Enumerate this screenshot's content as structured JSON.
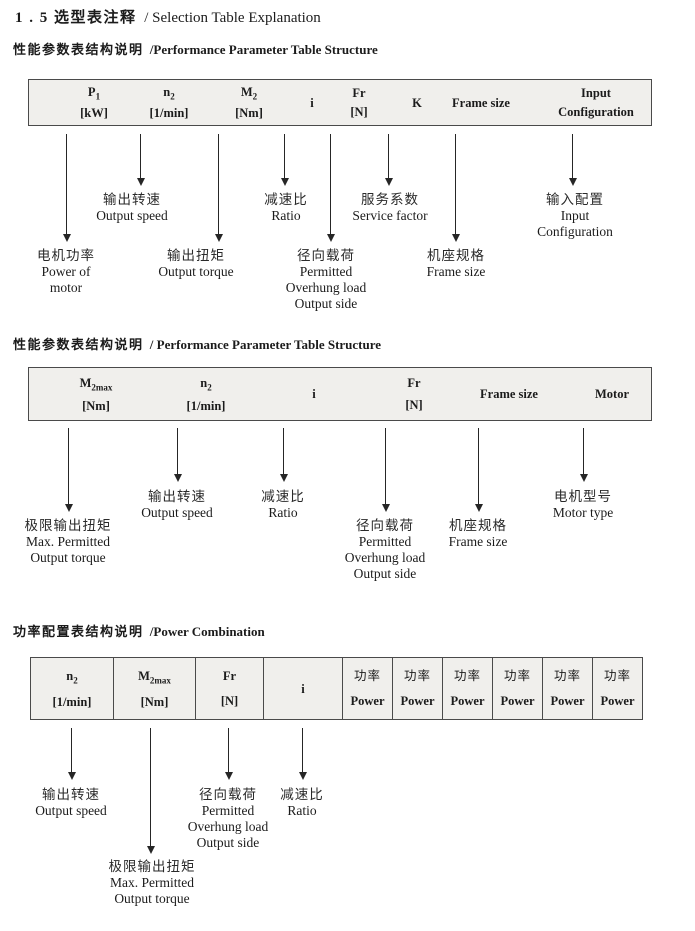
{
  "title": {
    "cn": "1 . 5 选型表注释",
    "en": "/ Selection Table Explanation"
  },
  "colors": {
    "table_bg": "#f0efec",
    "table_border": "#4a4a4a",
    "text": "#1b1b1b"
  },
  "sections": [
    {
      "heading": {
        "cn": "性能参数表结构说明",
        "en": "/Performance Parameter Table Structure"
      },
      "table": {
        "columns": [
          {
            "sym": "P",
            "sub": "1",
            "unit": "[kW]"
          },
          {
            "sym": "n",
            "sub": "2",
            "unit": "[1/min]"
          },
          {
            "sym": "M",
            "sub": "2",
            "unit": "[Nm]"
          },
          {
            "sym": "i"
          },
          {
            "sym": "Fr",
            "unit": "[N]"
          },
          {
            "sym": "K"
          },
          {
            "sym": "Frame size"
          },
          {
            "sym": "Input",
            "unit": "Configuration"
          }
        ]
      },
      "callouts": [
        {
          "lines": [
            "电机功率",
            "Power of",
            "motor"
          ]
        },
        {
          "lines": [
            "输出转速",
            "Output speed"
          ]
        },
        {
          "lines": [
            "输出扭矩",
            "Output torque"
          ]
        },
        {
          "lines": [
            "减速比",
            "Ratio"
          ]
        },
        {
          "lines": [
            "径向载荷",
            "Permitted",
            "Overhung load",
            "Output side"
          ]
        },
        {
          "lines": [
            "服务系数",
            "Service factor"
          ]
        },
        {
          "lines": [
            "机座规格",
            "Frame size"
          ]
        },
        {
          "lines": [
            "输入配置",
            "Input",
            "Configuration"
          ]
        }
      ]
    },
    {
      "heading": {
        "cn": "性能参数表结构说明",
        "en": "/ Performance Parameter Table Structure"
      },
      "table": {
        "columns": [
          {
            "sym": "M",
            "sub": "2max",
            "unit": "[Nm]"
          },
          {
            "sym": "n",
            "sub": "2",
            "unit": "[1/min]"
          },
          {
            "sym": "i"
          },
          {
            "sym": "Fr",
            "unit": "[N]"
          },
          {
            "sym": "Frame size"
          },
          {
            "sym": "Motor"
          }
        ]
      },
      "callouts": [
        {
          "lines": [
            "极限输出扭矩",
            "Max. Permitted",
            "Output  torque"
          ]
        },
        {
          "lines": [
            "输出转速",
            "Output speed"
          ]
        },
        {
          "lines": [
            "减速比",
            "Ratio"
          ]
        },
        {
          "lines": [
            "径向载荷",
            "Permitted",
            "Overhung load",
            "Output side"
          ]
        },
        {
          "lines": [
            "机座规格",
            "Frame size"
          ]
        },
        {
          "lines": [
            "电机型号",
            "Motor type"
          ]
        }
      ]
    },
    {
      "heading": {
        "cn": "功率配置表结构说明",
        "en": "/Power Combination"
      },
      "table": {
        "columns": [
          {
            "sym": "n",
            "sub": "2",
            "unit": "[1/min]"
          },
          {
            "sym": "M",
            "sub": "2max",
            "unit": "[Nm]"
          },
          {
            "sym": "Fr",
            "unit": "[N]"
          },
          {
            "sym": "i"
          },
          {
            "cn": "功率",
            "en": "Power"
          },
          {
            "cn": "功率",
            "en": "Power"
          },
          {
            "cn": "功率",
            "en": "Power"
          },
          {
            "cn": "功率",
            "en": "Power"
          },
          {
            "cn": "功率",
            "en": "Power"
          },
          {
            "cn": "功率",
            "en": "Power"
          }
        ]
      },
      "callouts": [
        {
          "lines": [
            "输出转速",
            "Output speed"
          ]
        },
        {
          "lines": [
            "极限输出扭矩",
            "Max. Permitted",
            "Output  torque"
          ]
        },
        {
          "lines": [
            "径向载荷",
            "Permitted",
            "Overhung load",
            "Output side"
          ]
        },
        {
          "lines": [
            "减速比",
            "Ratio"
          ]
        }
      ]
    }
  ]
}
